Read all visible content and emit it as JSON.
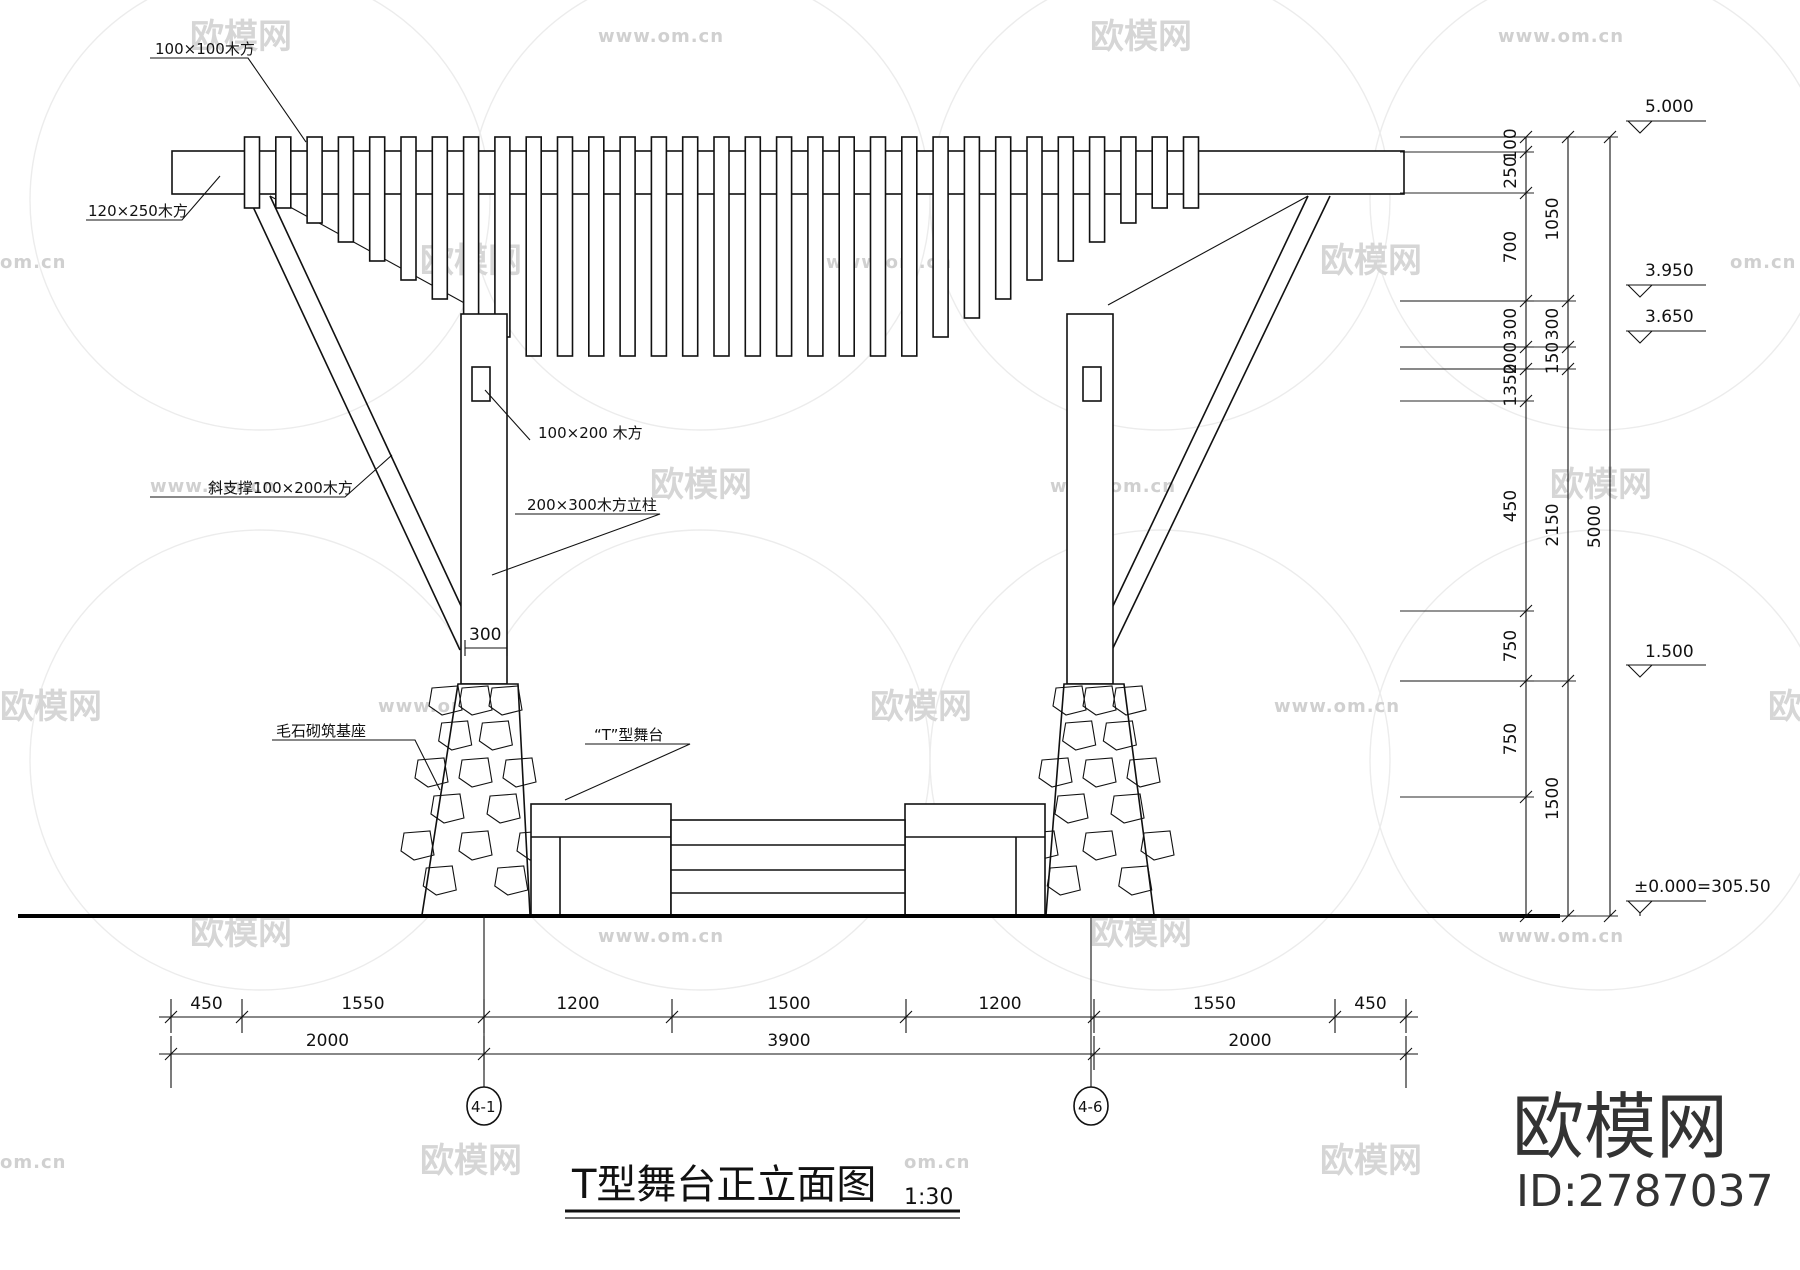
{
  "watermark": {
    "brand": "欧模网",
    "url": "www.om.cn",
    "url_fragment": "om.cn",
    "corner_brand": "欧模网",
    "corner_id": "ID:2787037"
  },
  "title": {
    "text": "T型舞台正立面图",
    "scale": "1:30"
  },
  "labels": {
    "purlin": "100×100木方",
    "beam": "120×250木方",
    "lintel": "100×200 木方",
    "brace": "斜支撑100×200木方",
    "column": "200×300木方立柱",
    "base": "毛石砌筑基座",
    "stage": "“T”型舞台",
    "column_width": "300"
  },
  "elevations": {
    "top": "5.000",
    "mid1": "3.950",
    "mid2": "3.650",
    "low": "1.500",
    "ground": "±0.000=305.50"
  },
  "vertical_dims": {
    "inner": [
      "100",
      "250",
      "700",
      "300",
      "200",
      "1350",
      "450",
      "750",
      "750"
    ],
    "middle": [
      "1050",
      "300",
      "150",
      "2150",
      "1500"
    ],
    "outer": [
      "5000"
    ]
  },
  "horizontal_dims": {
    "row1": [
      "450",
      "1550",
      "1200",
      "1500",
      "1200",
      "1550",
      "450"
    ],
    "row2": [
      "2000",
      "3900",
      "2000"
    ]
  },
  "axes": {
    "left": "4-1",
    "right": "4-6"
  }
}
